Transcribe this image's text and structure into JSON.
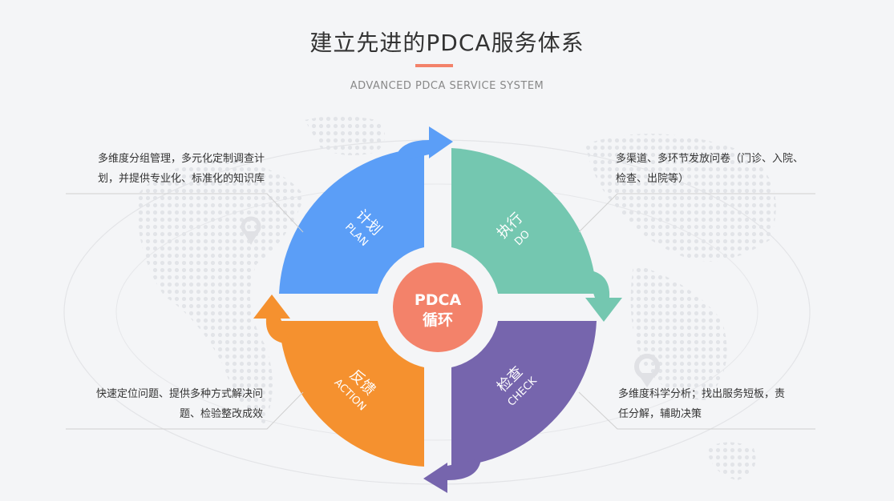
{
  "header": {
    "title": "建立先进的PDCA服务体系",
    "subtitle": "ADVANCED PDCA SERVICE SYSTEM"
  },
  "center": {
    "line1": "PDCA",
    "line2": "循环"
  },
  "quadrants": [
    {
      "id": "plan",
      "cn": "计划",
      "en": "PLAN",
      "color": "#5b9ef7"
    },
    {
      "id": "do",
      "cn": "执行",
      "en": "DO",
      "color": "#74c7b0"
    },
    {
      "id": "check",
      "cn": "检查",
      "en": "CHECK",
      "color": "#7665ad"
    },
    {
      "id": "action",
      "cn": "反馈",
      "en": "ACTION",
      "color": "#f5912f"
    }
  ],
  "notes": {
    "plan": [
      "多维度分组管理，多元化定制调查计",
      "划，并提供专业化、标准化的知识库"
    ],
    "do": [
      "多渠道、多环节发放问卷（门诊、入院、",
      "检查、出院等）"
    ],
    "check": [
      "多维度科学分析；找出服务短板，责",
      "任分解，辅助决策"
    ],
    "action": [
      "快速定位问题、提供多种方式解决问",
      "题、检验整改成效"
    ]
  },
  "colors": {
    "accent": "#f3826a",
    "center": "#f3826a",
    "line": "#cfcfcf"
  }
}
